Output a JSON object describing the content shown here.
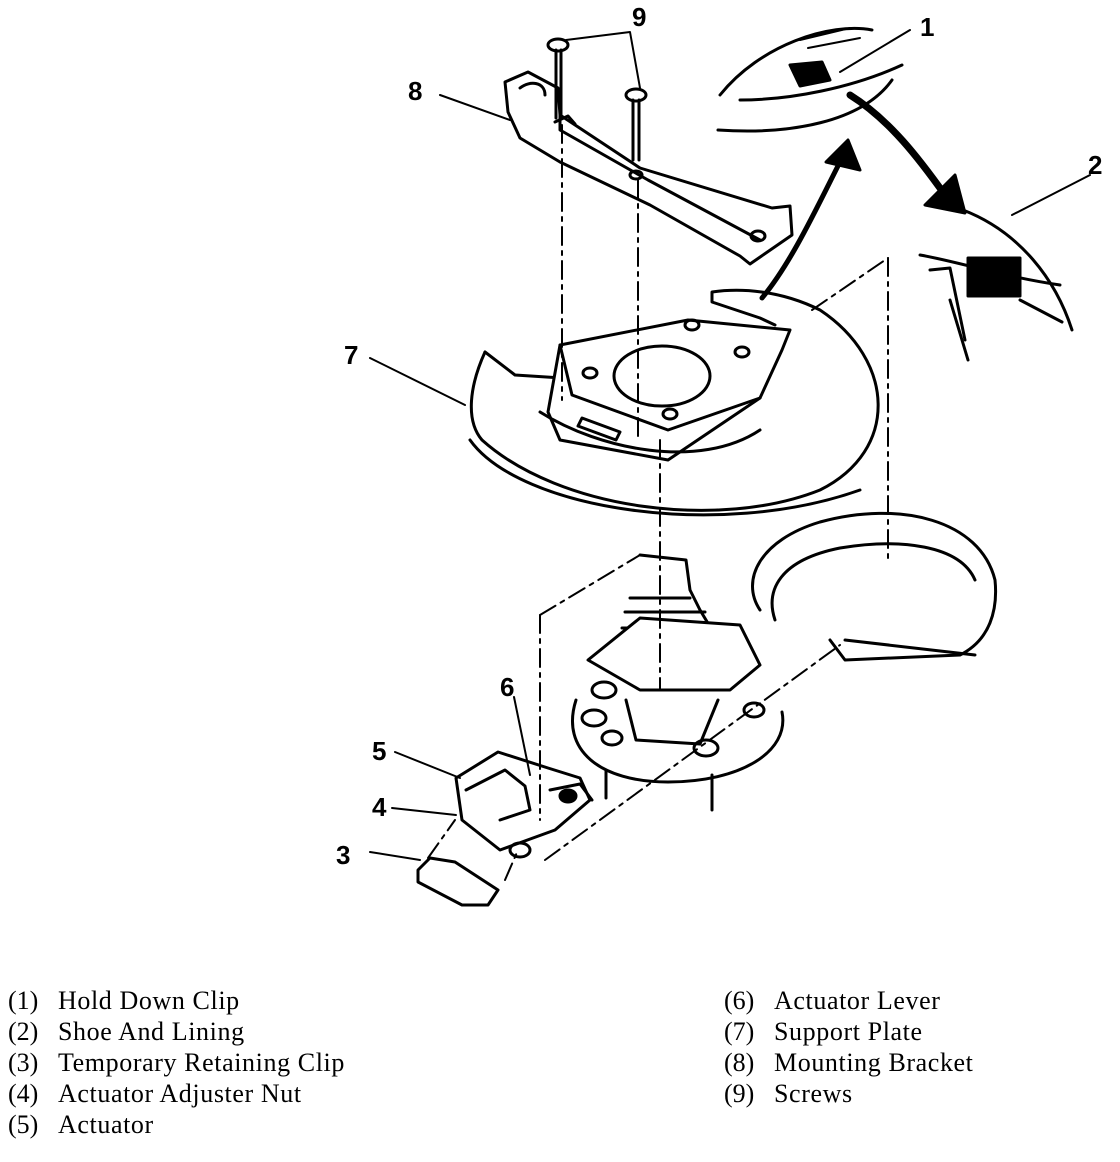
{
  "figure": {
    "callouts": [
      "1",
      "2",
      "3",
      "4",
      "5",
      "6",
      "7",
      "8",
      "9"
    ]
  },
  "legend": {
    "left": [
      {
        "num": "(1)",
        "label": "Hold Down Clip"
      },
      {
        "num": "(2)",
        "label": "Shoe And Lining"
      },
      {
        "num": "(3)",
        "label": "Temporary Retaining Clip"
      },
      {
        "num": "(4)",
        "label": "Actuator Adjuster Nut"
      },
      {
        "num": "(5)",
        "label": "Actuator"
      }
    ],
    "right": [
      {
        "num": "(6)",
        "label": "Actuator Lever"
      },
      {
        "num": "(7)",
        "label": "Support Plate"
      },
      {
        "num": "(8)",
        "label": "Mounting Bracket"
      },
      {
        "num": "(9)",
        "label": "Screws"
      }
    ]
  }
}
